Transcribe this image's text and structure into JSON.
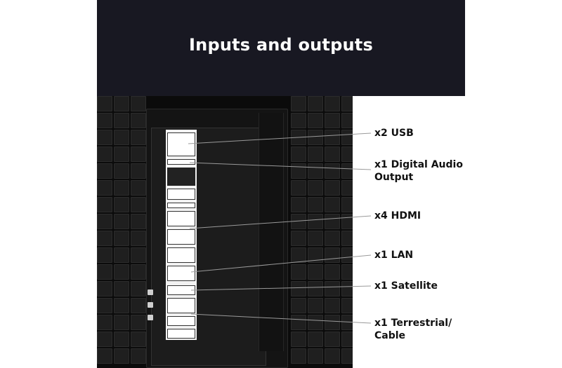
{
  "header": {
    "title": "Inputs and outputs"
  },
  "callouts": [
    {
      "id": "usb",
      "label": "x2 USB"
    },
    {
      "id": "digital-audio",
      "label": "x1 Digital Audio Output"
    },
    {
      "id": "hdmi",
      "label": "x4 HDMI"
    },
    {
      "id": "lan",
      "label": "x1 LAN"
    },
    {
      "id": "satellite",
      "label": "x1 Satellite"
    },
    {
      "id": "terrestrial",
      "label": "x1 Terrestrial/ Cable"
    }
  ],
  "colors": {
    "header_band": "#181822",
    "panel": "#0b0b0b",
    "leader_line": "#9a9a9a",
    "label_text": "#111111"
  }
}
